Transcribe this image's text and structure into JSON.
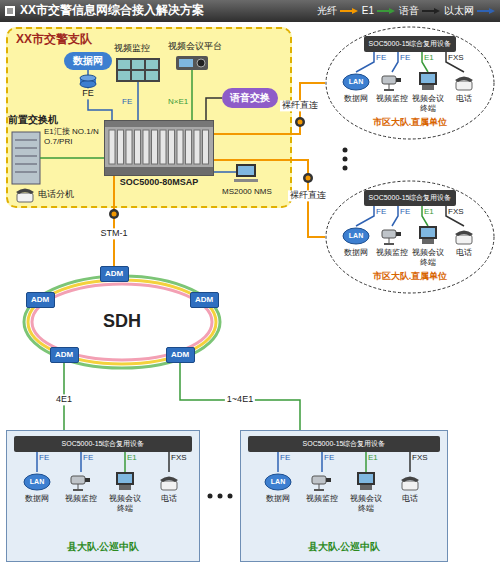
{
  "diagram": {
    "title": "XX市交警信息网综合接入解决方案",
    "nodes": [
      {
        "text": [
          "XX市交警支队"
        ]
      },
      {
        "text": [
          "数据网"
        ],
        "in": 0
      },
      {
        "text": [
          "语音交换"
        ],
        "in": 0
      },
      {
        "text": [
          "SOC5000-80MSAP"
        ],
        "in": 0
      },
      {
        "text": [
          "市区大队.直属单位"
        ]
      },
      {
        "text": [
          "SOC5000-15综合复用设备"
        ],
        "in": 4
      },
      {
        "text": [
          "市区大队.直属单位"
        ]
      },
      {
        "text": [
          "SOC5000-15综合复用设备"
        ],
        "in": 6
      },
      {
        "text": [
          "SDH"
        ]
      },
      {
        "text": [
          "ADM"
        ],
        "in": 8
      },
      {
        "text": [
          "ADM"
        ],
        "in": 8
      },
      {
        "text": [
          "ADM"
        ],
        "in": 8
      },
      {
        "text": [
          "ADM"
        ],
        "in": 8
      },
      {
        "text": [
          "ADM"
        ],
        "in": 8
      },
      {
        "text": [
          "县大队.公巡中队"
        ]
      },
      {
        "text": [
          "SOC5000-15综合复用设备"
        ],
        "in": 14
      },
      {
        "text": [
          "县大队.公巡中队"
        ]
      },
      {
        "text": [
          "SOC5000-15综合复用设备"
        ],
        "in": 16
      }
    ],
    "edges": [
      {
        "from": 1,
        "to": 3,
        "arrow": "none",
        "label": "FE"
      },
      {
        "from": 2,
        "to": 3,
        "arrow": "none"
      },
      {
        "from": 3,
        "to": 4,
        "arrow": "none",
        "label": "裸纤直连"
      },
      {
        "from": 3,
        "to": 6,
        "arrow": "none",
        "label": "裸纤直连"
      },
      {
        "from": 3,
        "to": 9,
        "arrow": "none",
        "label": "STM-1"
      },
      {
        "from": 12,
        "to": 14,
        "arrow": "none",
        "label": "4E1"
      },
      {
        "from": 13,
        "to": 16,
        "arrow": "none",
        "label": "1~4E1"
      }
    ],
    "labels": [
      "前置交换机",
      "E1汇接 NO.1/NO.7/PRI",
      "电话分机",
      "视频监控",
      "视频会议平台",
      "FE",
      "N×E1",
      "MS2000 NMS",
      "FE",
      "FE",
      "E1",
      "FXS",
      "LAN",
      "数据网",
      "视频监控",
      "视频会议终端",
      "电话",
      "FE",
      "FE",
      "E1",
      "FXS",
      "LAN",
      "数据网",
      "视频监控",
      "视频会议终端",
      "电话",
      "FE",
      "FE",
      "E1",
      "FXS",
      "LAN",
      "数据网",
      "视频监控",
      "视频会议终端",
      "电话",
      "FE",
      "FE",
      "E1",
      "FXS",
      "LAN",
      "数据网",
      "视频监控",
      "视频会议终端",
      "电话"
    ],
    "legend": [
      {
        "text": "光纤"
      },
      {
        "text": "E1"
      },
      {
        "text": "语音"
      },
      {
        "text": "以太网"
      }
    ]
  }
}
